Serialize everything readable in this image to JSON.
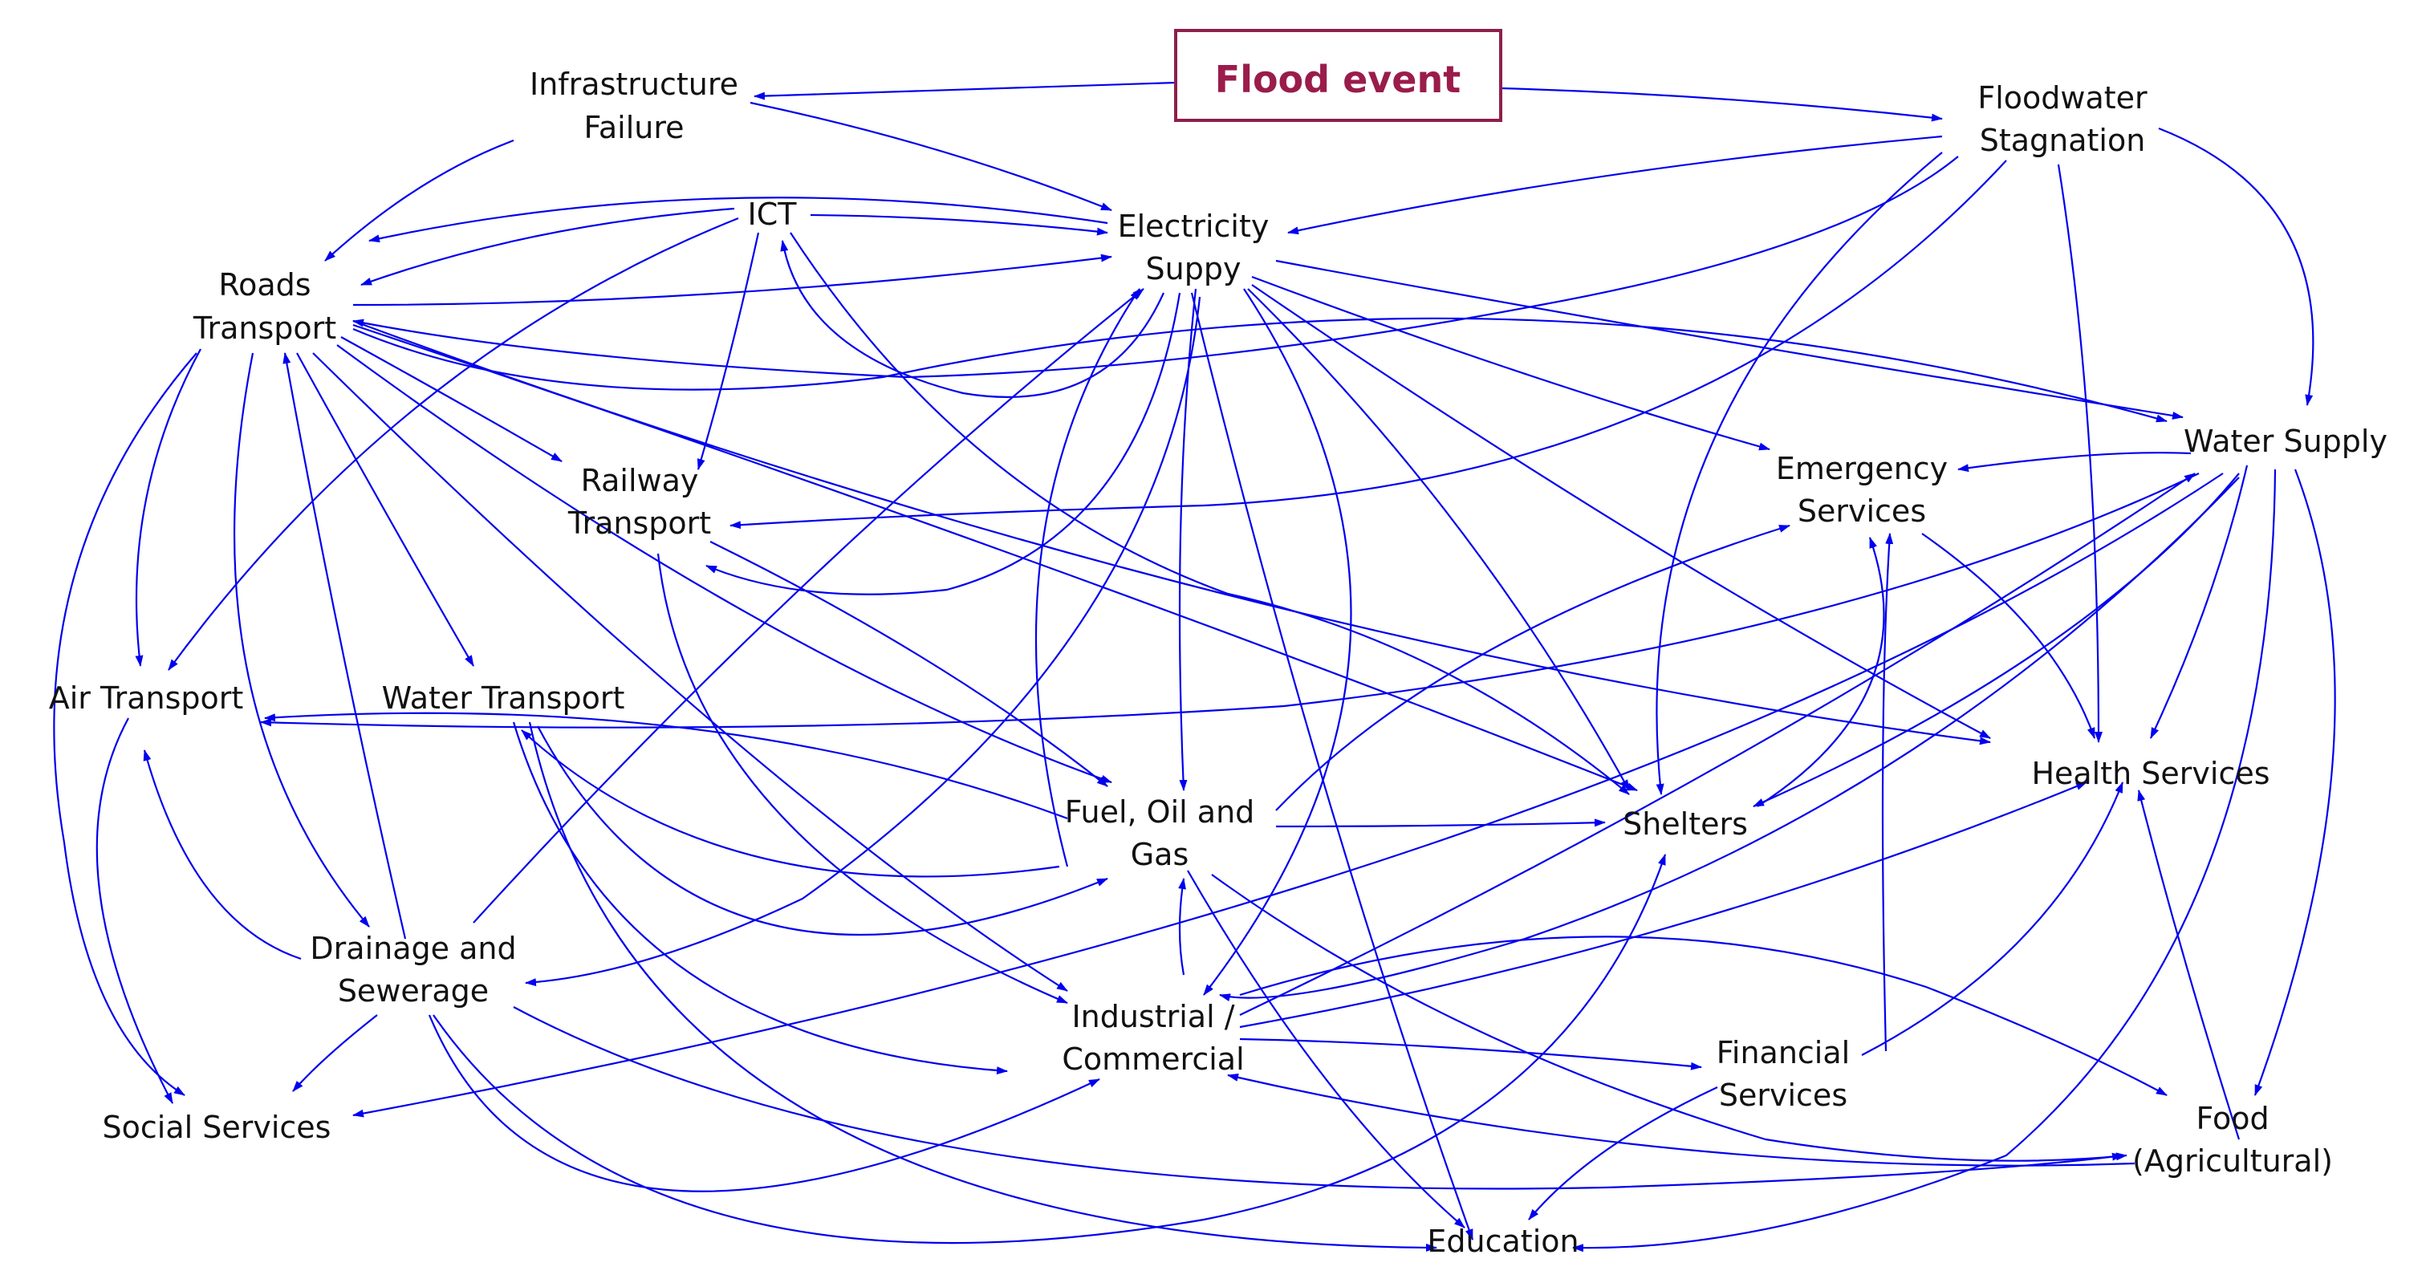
{
  "nodes": {
    "flood_event": "Flood event",
    "infrastructure_failure": [
      "Infrastructure",
      "Failure"
    ],
    "floodwater_stagnation": [
      "Floodwater",
      "Stagnation"
    ],
    "ict": "ICT",
    "electricity_supply": [
      "Electricity",
      "Suppy"
    ],
    "roads_transport": [
      "Roads",
      "Transport"
    ],
    "railway_transport": [
      "Railway",
      "Transport"
    ],
    "water_supply": "Water Supply",
    "emergency_services": [
      "Emergency",
      "Services"
    ],
    "air_transport": "Air Transport",
    "water_transport": "Water Transport",
    "fuel_oil_gas": [
      "Fuel, Oil and",
      "Gas"
    ],
    "shelters": "Shelters",
    "health_services": "Health Services",
    "drainage_sewerage": [
      "Drainage and",
      "Sewerage"
    ],
    "industrial_commercial": [
      "Industrial /",
      "Commercial"
    ],
    "financial_services": [
      "Financial",
      "Services"
    ],
    "social_services": "Social Services",
    "food_agricultural": [
      "Food",
      "(Agricultural)"
    ],
    "education": "Education"
  },
  "colors": {
    "edge": "#0000ee",
    "flood_border": "#8e1f4c",
    "flood_text": "#9a1c4a",
    "node_text": "#111111"
  }
}
